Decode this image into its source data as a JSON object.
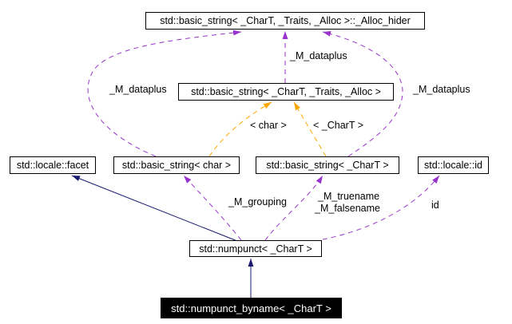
{
  "diagram": {
    "colors": {
      "bg": "#ffffff",
      "node_border": "#000000",
      "node_fill": "#ffffff",
      "focus_fill": "#000000",
      "focus_text": "#ffffff",
      "inheritance": "#191970",
      "usage": "#9a32cd",
      "template": "#ffa500"
    },
    "nodes": {
      "alloc_hider": "std::basic_string< _CharT, _Traits, _Alloc >::_Alloc_hider",
      "basic_string_full": "std::basic_string< _CharT, _Traits, _Alloc >",
      "locale_facet": "std::locale::facet",
      "basic_string_char": "std::basic_string< char >",
      "basic_string_chart": "std::basic_string< _CharT >",
      "locale_id": "std::locale::id",
      "numpunct": "std::numpunct< _CharT >",
      "numpunct_byname": "std::numpunct_byname< _CharT >"
    },
    "edge_labels": {
      "dataplus_top": "_M_dataplus",
      "dataplus_left": "_M_dataplus",
      "dataplus_right": "_M_dataplus",
      "template_char": "< char >",
      "template_chart": "< _CharT >",
      "grouping": "_M_grouping",
      "truename": "_M_truename",
      "falsename": "_M_falsename",
      "id": "id"
    }
  }
}
